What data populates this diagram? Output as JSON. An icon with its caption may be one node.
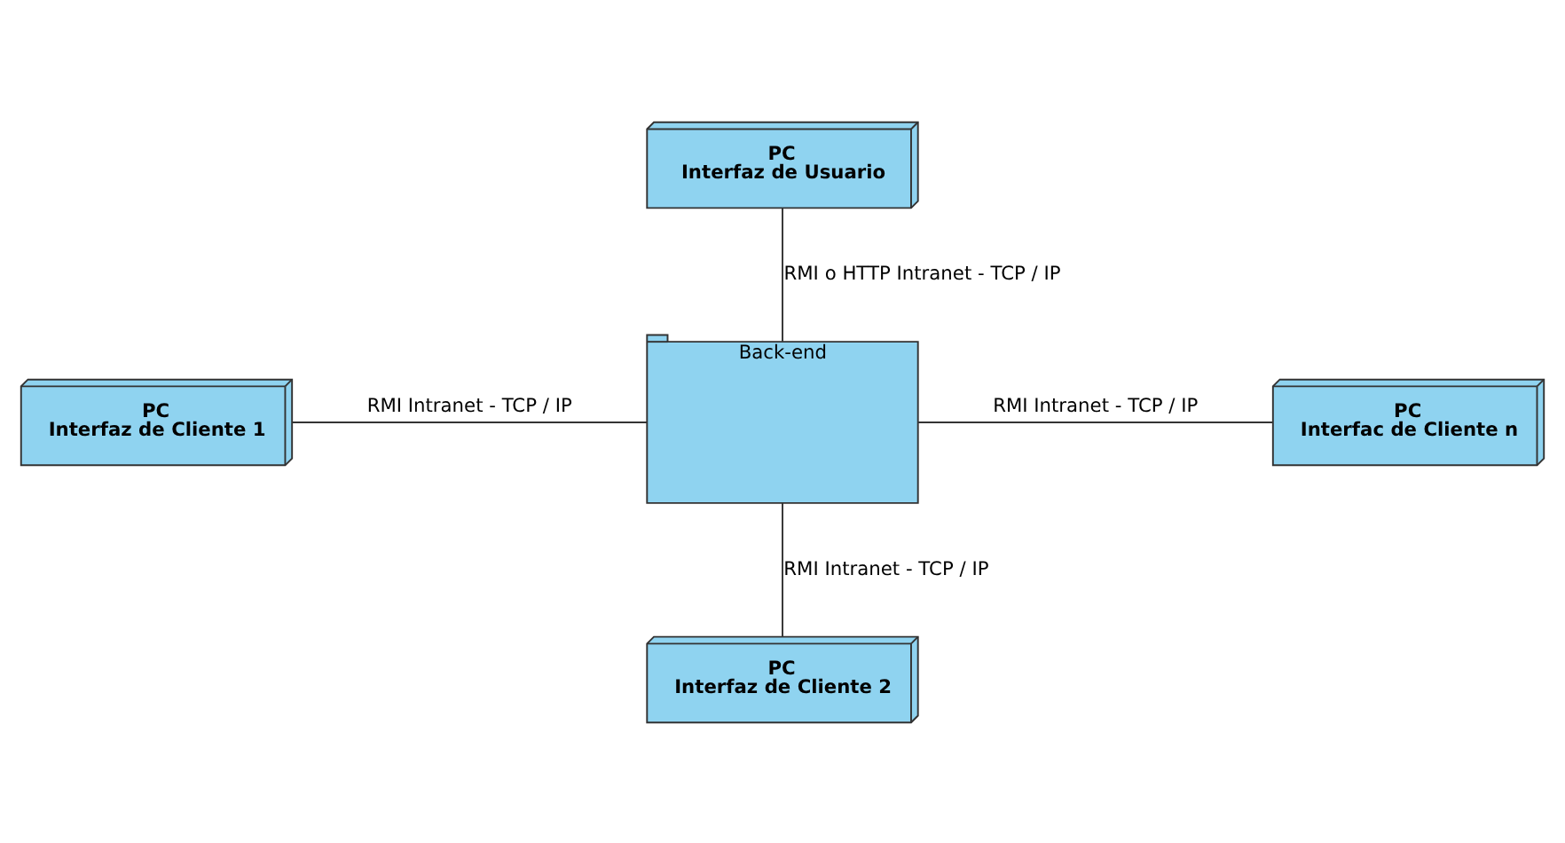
{
  "diagram": {
    "nodes": [
      {
        "text": [
          "PC",
          "Interfaz de Usuario"
        ]
      },
      {
        "text": [
          "Back-end"
        ]
      },
      {
        "text": [
          "PC",
          "Interfaz de Cliente 1"
        ]
      },
      {
        "text": [
          "PC",
          "Interfac de Cliente n"
        ]
      },
      {
        "text": [
          "PC",
          "Interfaz de Cliente 2"
        ]
      }
    ],
    "edges": [
      {
        "from": 0,
        "to": 1,
        "arrow": "none",
        "label": "RMI o HTTP Intranet - TCP / IP"
      },
      {
        "from": 2,
        "to": 1,
        "arrow": "none",
        "label": "RMI Intranet - TCP / IP"
      },
      {
        "from": 1,
        "to": 3,
        "arrow": "none",
        "label": "RMI Intranet - TCP / IP"
      },
      {
        "from": 1,
        "to": 4,
        "arrow": "none",
        "label": "RMI Intranet - TCP / IP"
      }
    ]
  }
}
